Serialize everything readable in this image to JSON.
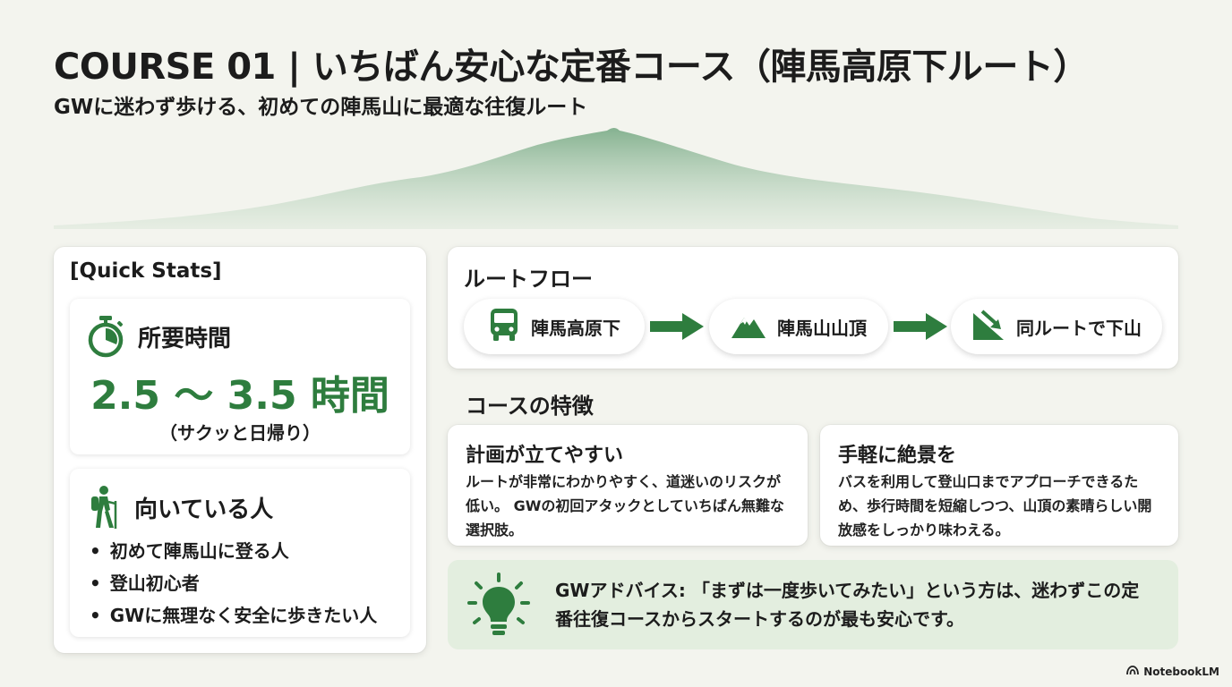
{
  "header": {
    "title": "COURSE 01 | いちばん安心な定番コース（陣馬高原下ルート）",
    "subtitle": "GWに迷わず歩ける、初めての陣馬山に最適な往復ルート"
  },
  "quick_stats": {
    "heading": "[Quick Stats]",
    "time": {
      "label": "所要時間",
      "value": "2.5 〜 3.5 時間",
      "note": "（サクッと日帰り）",
      "icon": "stopwatch-icon"
    },
    "audience": {
      "label": "向いている人",
      "icon": "hiker-icon",
      "items": [
        "初めて陣馬山に登る人",
        "登山初心者",
        "GWに無理なく安全に歩きたい人"
      ]
    }
  },
  "route": {
    "heading": "ルートフロー",
    "steps": [
      {
        "label": "陣馬高原下",
        "icon": "bus-icon"
      },
      {
        "label": "陣馬山山頂",
        "icon": "mountain-icon"
      },
      {
        "label": "同ルートで下山",
        "icon": "descent-arrow-icon"
      }
    ]
  },
  "features": {
    "heading": "コースの特徴",
    "items": [
      {
        "title": "計画が立てやすい",
        "body": "ルートが非常にわかりやすく、道迷いのリスクが低い。 GWの初回アタックとしていちばん無難な選択肢。"
      },
      {
        "title": "手軽に絶景を",
        "body": "バスを利用して登山口までアプローチできるため、歩行時間を短縮しつつ、山頂の素晴らしい開放感をしっかり味わえる。"
      }
    ]
  },
  "advice": {
    "text": "GWアドバイス: 「まずは一度歩いてみたい」という方は、迷わずこの定番往復コースからスタートするのが最も安心です。",
    "icon": "lightbulb-icon"
  },
  "branding": {
    "label": "NotebookLM"
  },
  "colors": {
    "accent": "#2e7d3e",
    "background": "#f3f4ee",
    "advice_bg": "#e3eedf",
    "mountain_fill": "#8fb89a"
  }
}
